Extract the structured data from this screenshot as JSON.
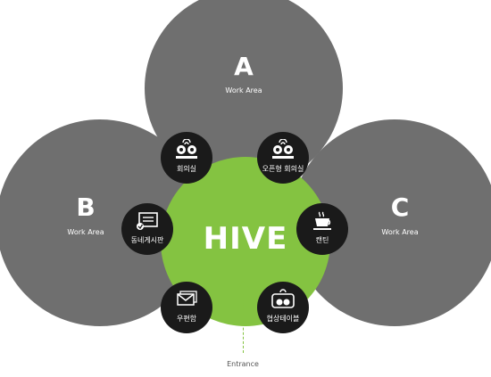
{
  "zones": {
    "a": {
      "letter": "A",
      "label": "Work Area"
    },
    "b": {
      "letter": "B",
      "label": "Work Area"
    },
    "c": {
      "letter": "C",
      "label": "Work Area"
    }
  },
  "hive": {
    "title": "HIVE"
  },
  "rooms": [
    {
      "label": "회의실",
      "icon": "meeting-icon"
    },
    {
      "label": "오픈형 회의실",
      "icon": "meeting-icon"
    },
    {
      "label": "동네게시판",
      "icon": "bulletin-board-icon"
    },
    {
      "label": "캔틴",
      "icon": "coffee-cup-icon"
    },
    {
      "label": "우편함",
      "icon": "mailbox-icon"
    },
    {
      "label": "협상테이블",
      "icon": "negotiation-table-icon"
    }
  ],
  "entrance": {
    "label": "Entrance"
  },
  "colors": {
    "work_area": "#6f6f6f",
    "hive": "#84c341",
    "room": "#1a1a1a",
    "text": "#ffffff"
  }
}
